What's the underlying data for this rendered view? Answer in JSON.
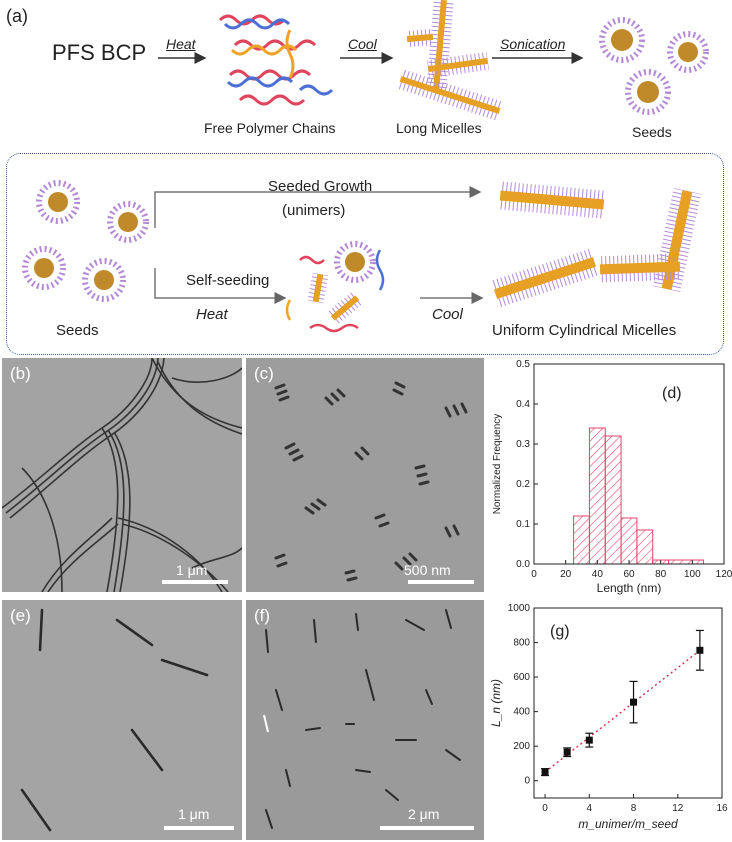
{
  "top": {
    "label": "(a)",
    "start": "PFS BCP",
    "arrow1": "Heat",
    "arrow2": "Cool",
    "arrow3": "Sonication",
    "caption1": "Free Polymer Chains",
    "caption2": "Long Micelles",
    "caption3": "Seeds"
  },
  "scheme": {
    "seeded_growth": "Seeded Growth",
    "unimers": "(unimers)",
    "self_seeding": "Self-seeding",
    "heat": "Heat",
    "cool": "Cool",
    "seeds": "Seeds",
    "uniform": "Uniform Cylindrical Micelles"
  },
  "tem": {
    "b": {
      "label": "(b)",
      "scale": "1 μm"
    },
    "c": {
      "label": "(c)",
      "scale": "500 nm"
    },
    "e": {
      "label": "(e)",
      "scale": "1 μm"
    },
    "f": {
      "label": "(f)",
      "scale": "2 μm"
    }
  },
  "chart_data": [
    {
      "type": "bar",
      "panel": "(d)",
      "xlabel": "Length (nm)",
      "ylabel": "Normalized Frequency",
      "xlim": [
        0,
        120
      ],
      "ylim": [
        0,
        0.5
      ],
      "xticks": [
        0,
        20,
        40,
        60,
        80,
        100,
        120
      ],
      "yticks": [
        0.0,
        0.1,
        0.2,
        0.3,
        0.4,
        0.5
      ],
      "bins": [
        [
          25,
          35
        ],
        [
          35,
          45
        ],
        [
          45,
          55
        ],
        [
          55,
          65
        ],
        [
          65,
          75
        ],
        [
          75,
          85
        ],
        [
          85,
          107
        ]
      ],
      "values": [
        0.12,
        0.34,
        0.32,
        0.115,
        0.085,
        0.01,
        0.01
      ],
      "color": "#e8436b"
    },
    {
      "type": "scatter",
      "panel": "(g)",
      "xlabel": "m_unimer/m_seed",
      "ylabel": "L_n (nm)",
      "xlim": [
        -1,
        16
      ],
      "ylim": [
        -100,
        1000
      ],
      "xticks": [
        0,
        4,
        8,
        12,
        16
      ],
      "yticks": [
        0,
        200,
        400,
        600,
        800,
        1000
      ],
      "points": [
        {
          "x": 0,
          "y": 50,
          "err": 20
        },
        {
          "x": 2,
          "y": 165,
          "err": 25
        },
        {
          "x": 4,
          "y": 235,
          "err": 40
        },
        {
          "x": 8,
          "y": 455,
          "err": 120
        },
        {
          "x": 14,
          "y": 755,
          "err": 115
        }
      ],
      "fit": {
        "x0": 0,
        "y0": 50,
        "x1": 14,
        "y1": 755,
        "style": "dotted",
        "color": "#d9304f"
      }
    }
  ]
}
